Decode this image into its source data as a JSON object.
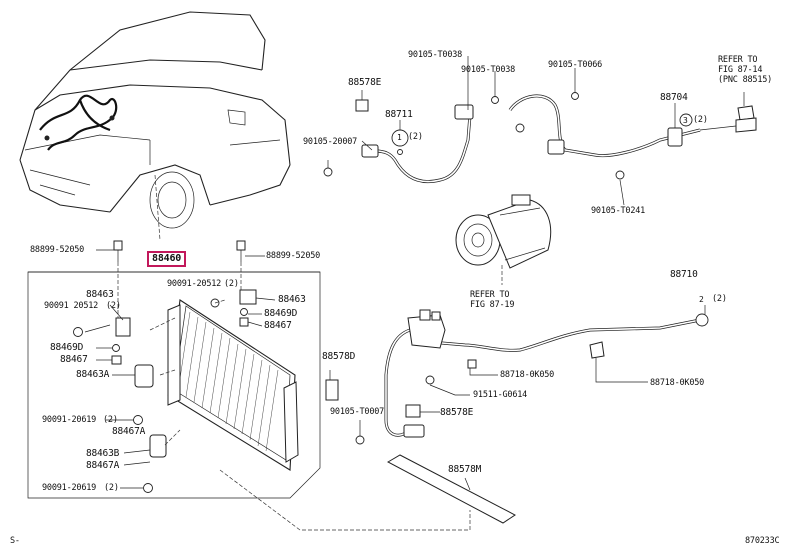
{
  "labels": {
    "p90105_t0038a": "90105-T0038",
    "p90105_t0038b": "90105-T0038",
    "p90105_t0066": "90105-T0066",
    "p88578e_top": "88578E",
    "p88711": "88711",
    "p90105_20007_top": "90105-20007",
    "q2_a": "(2)",
    "p88704": "88704",
    "q2_b": "(2)",
    "p90105_t0241": "90105-T0241",
    "p88899_52050_l": "88899-52050",
    "p88460": "88460",
    "p88899_52050_r": "88899-52050",
    "p90091_20512_top": "90091-20512",
    "q2_c": "(2)",
    "p88463_l": "88463",
    "p88463_r": "88463",
    "p90091_20512_l": "90091 20512",
    "q2_d": "(2)",
    "p88469d_r": "88469D",
    "p88467_r": "88467",
    "p88469d_l": "88469D",
    "p88467_l": "88467",
    "p88463a": "88463A",
    "p90091_20619_mid": "90091-20619",
    "q2_e": "(2)",
    "p88467a_top": "88467A",
    "p88463b": "88463B",
    "p88467a_bot": "88467A",
    "p90091_20619_bot": "90091-20619",
    "q2_f": "(2)",
    "p88578d": "88578D",
    "p90105_t0007": "90105-T0007",
    "p88578e_bot": "88578E",
    "p88718_0k050a": "88718-0K050",
    "p88718_0k050b": "88718-0K050",
    "p91511_g0614": "91511-G0614",
    "p88710": "88710",
    "q2_g": "(2)",
    "p88578m": "88578M",
    "refer_87_14": "REFER TO\nFIG 87-14\n(PNC 88515)",
    "refer_87_19": "REFER TO\nFIG 87-19",
    "callout1": "1",
    "callout2": "2",
    "callout3": "3",
    "page_prefix": "S-",
    "fig_code": "870233C"
  },
  "colors": {
    "highlight": "#c2185b",
    "line": "#222222"
  }
}
